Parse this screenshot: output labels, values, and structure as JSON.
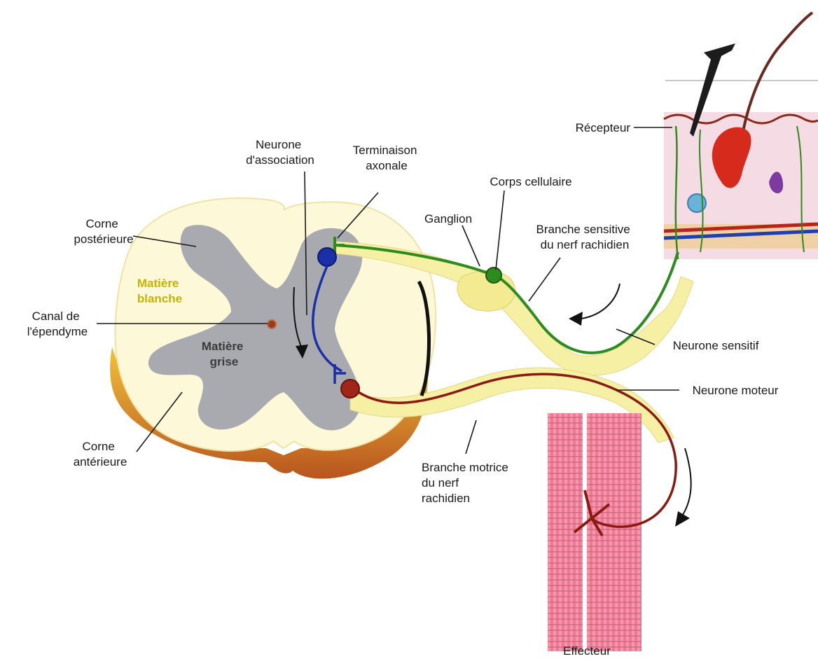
{
  "labels": {
    "recepteur": "Récepteur",
    "neurone_association": [
      "Neurone",
      "d'association"
    ],
    "terminaison_axonale": [
      "Terminaison",
      "axonale"
    ],
    "corps_cellulaire": "Corps cellulaire",
    "ganglion": "Ganglion",
    "branche_sensitive": [
      "Branche sensitive",
      "du nerf rachidien"
    ],
    "corne_posterieure": [
      "Corne",
      "postérieure"
    ],
    "matiere_blanche": [
      "Matière",
      "blanche"
    ],
    "canal_ependyme": [
      "Canal de",
      "l'épendyme"
    ],
    "matiere_grise": [
      "Matière",
      "grise"
    ],
    "neurone_sensitif": "Neurone sensitif",
    "neurone_moteur": "Neurone moteur",
    "corne_anterieure": [
      "Corne",
      "antérieure"
    ],
    "branche_motrice": [
      "Branche motrice",
      "du nerf",
      "rachidien"
    ],
    "effecteur": "Effecteur"
  },
  "colors": {
    "white_matter": "#fdf8d8",
    "white_matter_edge": "#d9a62a",
    "gray_matter": "#a9aab0",
    "sensory_neuron": "#2e8b1e",
    "association_neuron": "#1a2fa8",
    "motor_neuron": "#8b1a12",
    "nerve": "#f6f0a4",
    "muscle": "#ef8aa0",
    "skin": "#f5dbe4"
  }
}
